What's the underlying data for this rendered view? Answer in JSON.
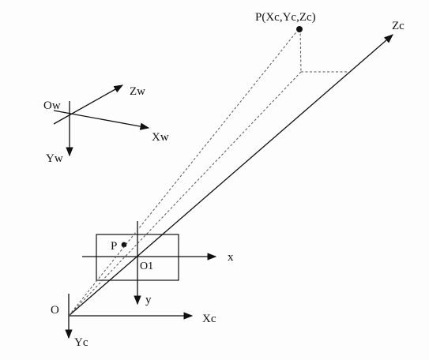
{
  "diagram": {
    "labels": {
      "point_p_world": "P(Xc,Yc,Zc)",
      "zc_axis": "Zc",
      "zw_axis": "Zw",
      "ow_origin": "Ow",
      "xw_axis": "Xw",
      "yw_axis": "Yw",
      "p_image": "P",
      "o1_center": "O1",
      "x_image_axis": "x",
      "y_image_axis": "y",
      "o_camera_origin": "O",
      "xc_axis": "Xc",
      "yc_axis": "Yc"
    },
    "colors": {
      "ink": "#111111",
      "background": "#fdfdfd"
    }
  }
}
